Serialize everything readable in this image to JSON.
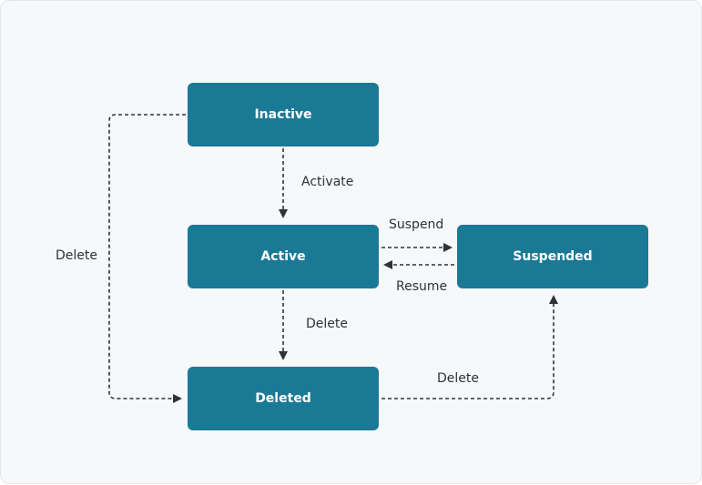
{
  "nodes": {
    "inactive": "Inactive",
    "active": "Active",
    "suspended": "Suspended",
    "deleted": "Deleted"
  },
  "edges": {
    "activate": "Activate",
    "suspend": "Suspend",
    "resume": "Resume",
    "active_delete": "Delete",
    "inactive_delete": "Delete",
    "deleted_suspended": "Delete"
  },
  "colors": {
    "node_fill": "#1a7a96",
    "node_text": "#ffffff",
    "edge": "#2f3337",
    "background": "#f7f8f9"
  }
}
